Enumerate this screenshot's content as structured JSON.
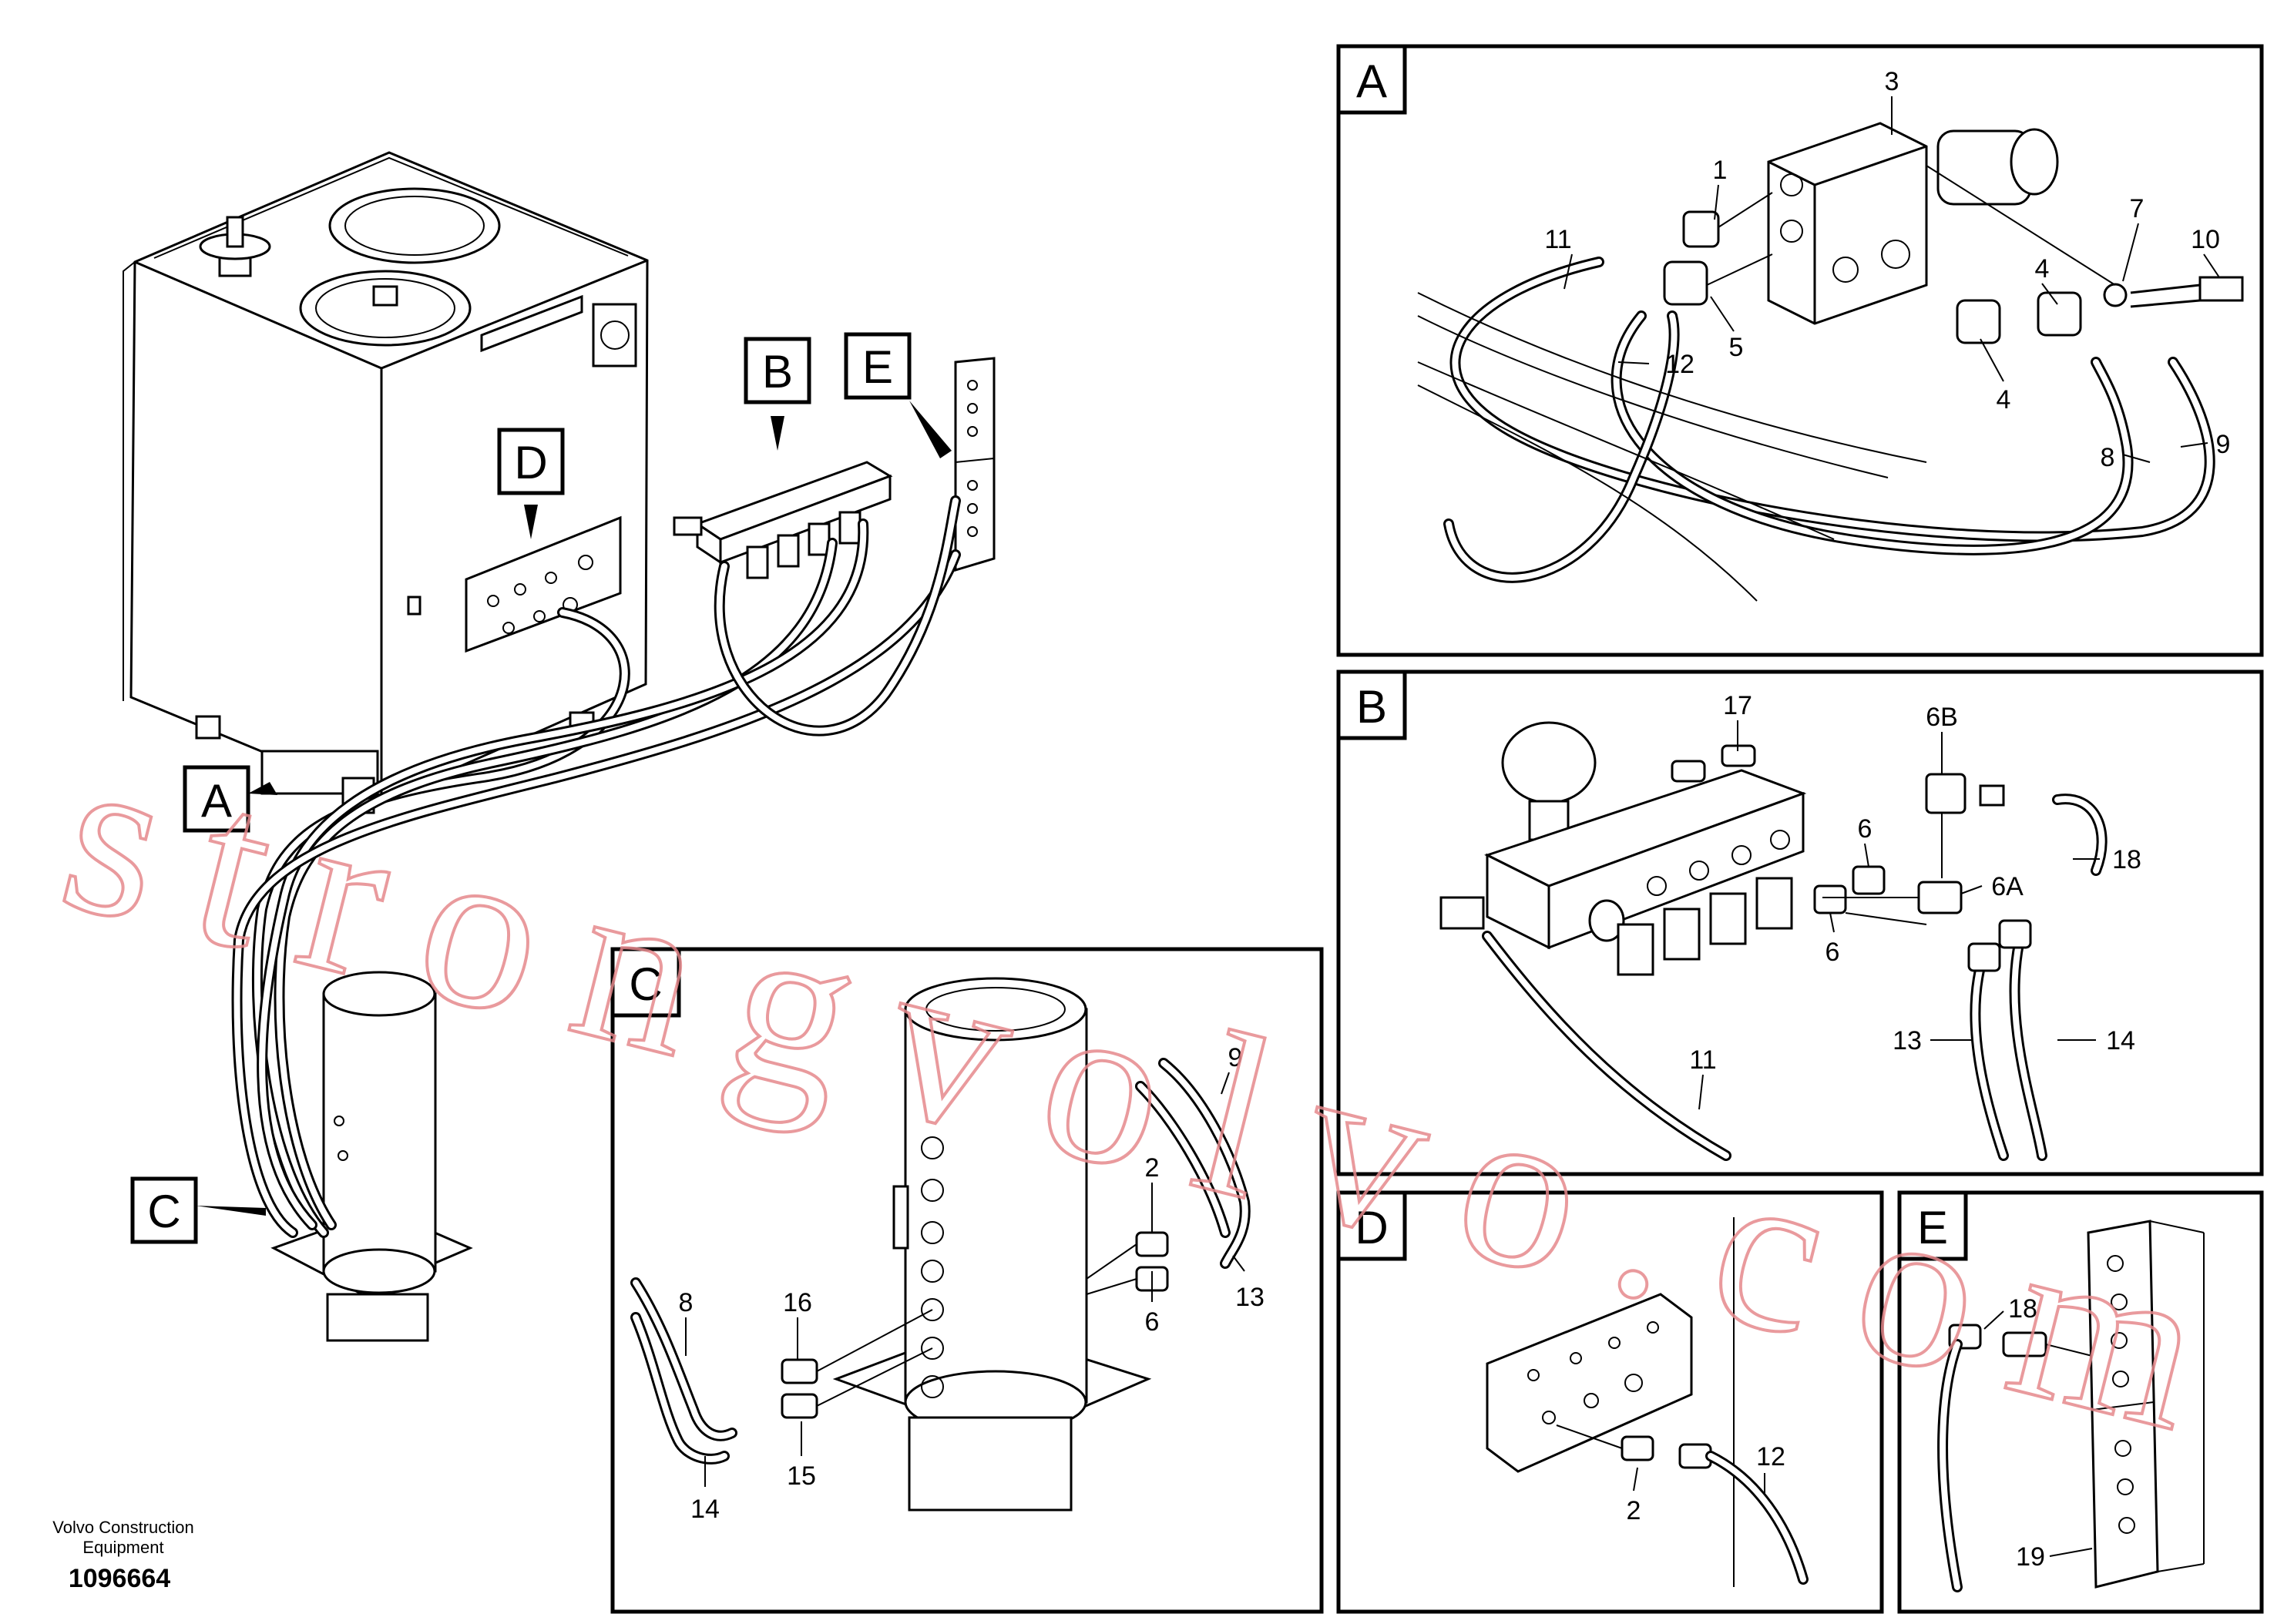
{
  "footer": {
    "brand_line1": "Volvo Construction",
    "brand_line2": "Equipment",
    "drawing_number": "1096664"
  },
  "watermark": "strongvolvo.com",
  "callouts": {
    "A": "A",
    "B": "B",
    "C": "C",
    "D": "D",
    "E": "E"
  },
  "panels": {
    "A": {
      "tag": "A",
      "labels": [
        "3",
        "1",
        "7",
        "10",
        "11",
        "5",
        "4",
        "4",
        "12",
        "8",
        "9"
      ]
    },
    "B": {
      "tag": "B",
      "labels": [
        "17",
        "6B",
        "18",
        "6",
        "6A",
        "6",
        "13",
        "14",
        "11"
      ]
    },
    "C": {
      "tag": "C",
      "labels": [
        "9",
        "2",
        "13",
        "6",
        "8",
        "16",
        "14",
        "15"
      ]
    },
    "D": {
      "tag": "D",
      "labels": [
        "12",
        "2"
      ]
    },
    "E": {
      "tag": "E",
      "labels": [
        "18",
        "19"
      ]
    }
  },
  "colors": {
    "ink": "#000000",
    "watermark": "#e6898c",
    "background": "#ffffff"
  }
}
